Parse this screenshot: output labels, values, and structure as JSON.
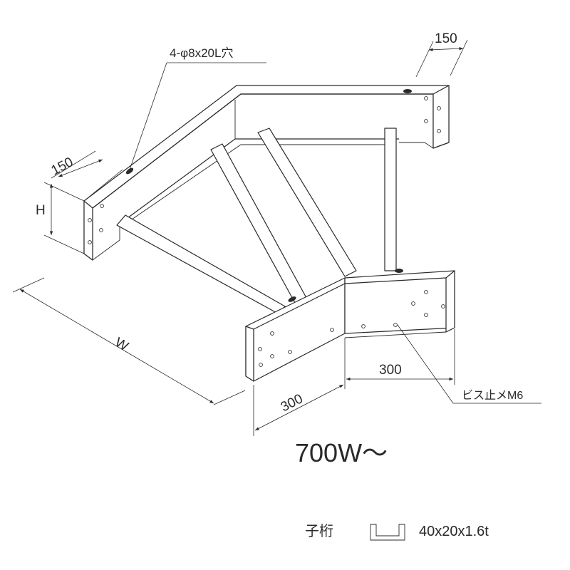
{
  "labels": {
    "hole_spec": "4-φ8x20L穴",
    "width_top_right": "150",
    "width_left": "150",
    "height": "H",
    "overall_width": "W",
    "branch_left": "300",
    "branch_right": "300",
    "screw": "ビス止メM6",
    "model": "700W～",
    "member_label": "子桁",
    "member_spec": "40x20x1.6t"
  }
}
